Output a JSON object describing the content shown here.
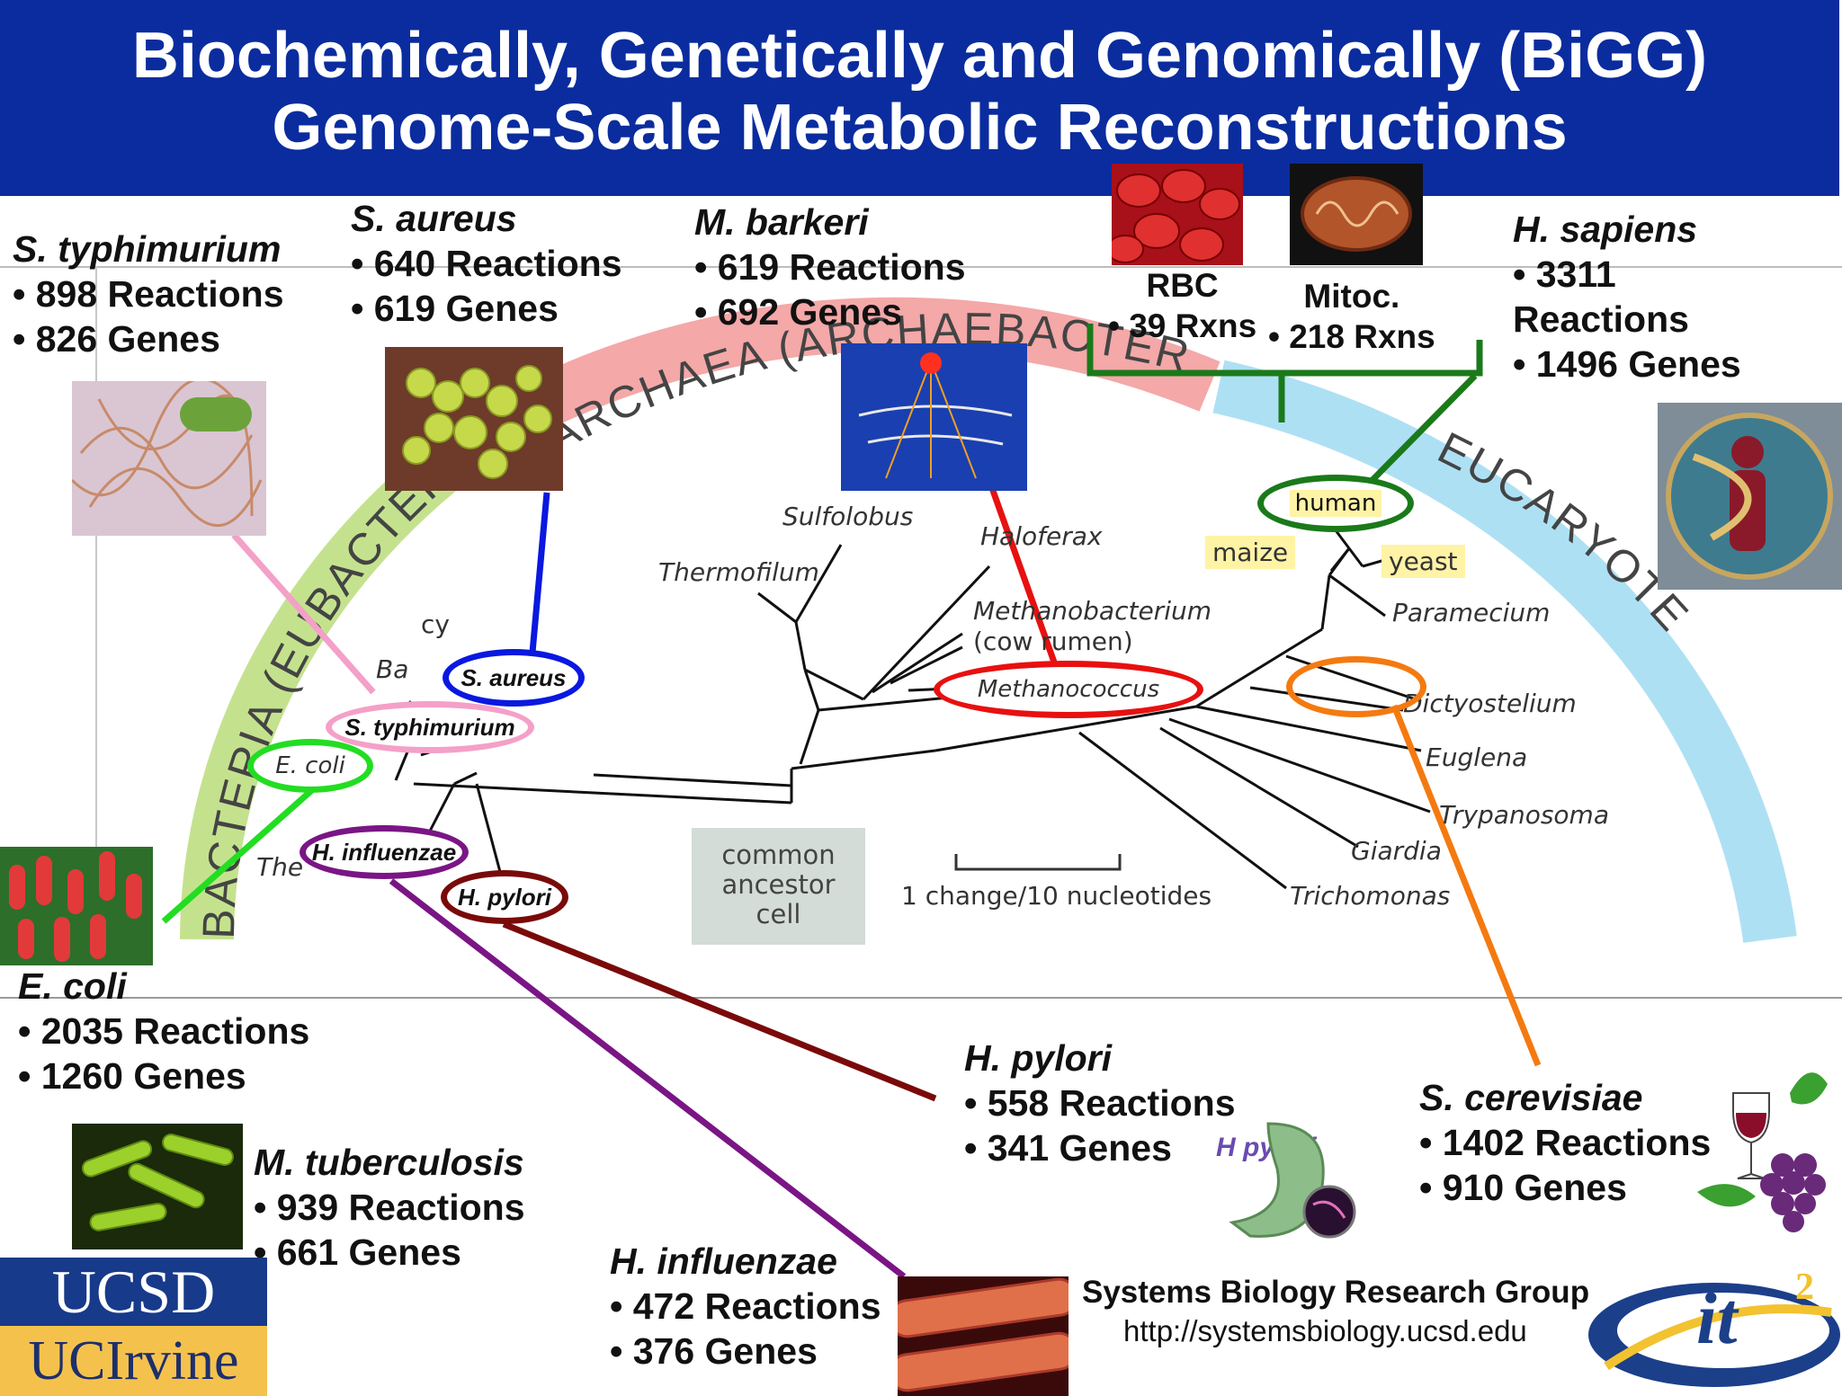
{
  "title": {
    "line1": "Biochemically, Genetically and Genomically (BiGG)",
    "line2": "Genome-Scale Metabolic Reconstructions"
  },
  "organisms": {
    "s_typhimurium": {
      "name": "S. typhimurium",
      "rxn": "• 898 Reactions",
      "genes": "• 826 Genes"
    },
    "s_aureus": {
      "name": "S. aureus",
      "rxn": "• 640 Reactions",
      "genes": "• 619 Genes"
    },
    "m_barkeri": {
      "name": "M. barkeri",
      "rxn": "• 619 Reactions",
      "genes": "• 692 Genes"
    },
    "rbc": {
      "name": "RBC",
      "rxn": "• 39 Rxns"
    },
    "mitoc": {
      "name": "Mitoc.",
      "rxn": "• 218 Rxns"
    },
    "h_sapiens": {
      "name": "H. sapiens",
      "rxn1": "• 3311",
      "rxn2": "Reactions",
      "genes": "• 1496 Genes"
    },
    "e_coli": {
      "name": "E. coli",
      "rxn": "• 2035 Reactions",
      "genes": "• 1260 Genes"
    },
    "m_tuberculosis": {
      "name": "M. tuberculosis",
      "rxn": "• 939 Reactions",
      "genes": "• 661 Genes"
    },
    "h_influenzae": {
      "name": "H. influenzae",
      "rxn": "• 472 Reactions",
      "genes": "• 376 Genes"
    },
    "h_pylori": {
      "name": "H. pylori",
      "rxn": "• 558 Reactions",
      "genes": "• 341 Genes"
    },
    "s_cerevisiae": {
      "name": "S. cerevisiae",
      "rxn": "• 1402 Reactions",
      "genes": "• 910 Genes"
    }
  },
  "domains": {
    "bacteria": "BACTERIA (EUBACTERIA)",
    "archaea": "ARCHAEA (ARCHAEBACTERIA)",
    "eucaryotes": "EUCARYOTES"
  },
  "tree_labels": {
    "sulfolobus": "Sulfolobus",
    "thermofilum": "Thermofilum",
    "haloferax": "Haloferax",
    "methanobacterium": "Methanobacterium",
    "cow_rumen": "(cow rumen)",
    "methanococcus": "Methanococcus",
    "human": "human",
    "maize": "maize",
    "yeast": "yeast",
    "paramecium": "Paramecium",
    "dictyostelium": "Dictyostelium",
    "euglena": "Euglena",
    "trypanosoma": "Trypanosoma",
    "giardia": "Giardia",
    "trichomonas": "Trichomonas",
    "cy_partial": "cy",
    "ba_partial": "Ba",
    "the_partial": "The",
    "e_coli_small": "E. coli"
  },
  "ovals": {
    "s_aureus": "S. aureus",
    "s_typhimurium": "S. typhimurium",
    "h_influenzae": "H. influenzae",
    "h_pylori": "H. pylori"
  },
  "ancestor": {
    "l1": "common",
    "l2": "ancestor",
    "l3": "cell"
  },
  "scale": "1 change/10 nucleotides",
  "hpylori_img_label": "H pylori",
  "footer": {
    "group": "Systems Biology Research Group",
    "url": "http://systemsbiology.ucsd.edu"
  },
  "logos": {
    "ucsd": "UCSD",
    "uci": "UCIrvine",
    "it2": "it",
    "it2_sup": "2"
  },
  "colors": {
    "header_bg": "#0a2c9e",
    "e_coli": "#22dd22",
    "s_typhimurium": "#f4a0c8",
    "s_aureus": "#0a18e0",
    "m_barkeri": "#e81010",
    "h_sapiens": "#1a7a1a",
    "s_cerevisiae": "#f47a10",
    "h_influenzae": "#7a1585",
    "h_pylori": "#7a0a0a"
  }
}
